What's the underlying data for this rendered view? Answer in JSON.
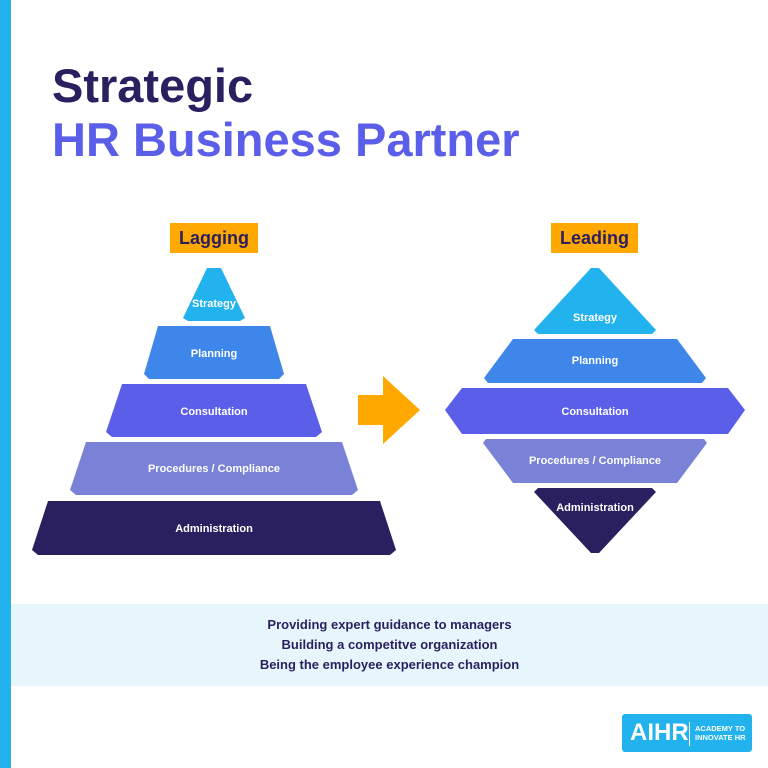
{
  "title": {
    "line1": "Strategic",
    "line2": "HR Business Partner"
  },
  "lagging": {
    "label": "Lagging",
    "levels": [
      "Strategy",
      "Planning",
      "Consultation",
      "Procedures / Compliance",
      "Administration"
    ]
  },
  "leading": {
    "label": "Leading",
    "levels": [
      "Strategy",
      "Planning",
      "Consultation",
      "Procedures / Compliance",
      "Administration"
    ]
  },
  "colors": {
    "strategy": "#22B2EE",
    "planning": "#3F86EA",
    "consultation": "#5B5EE8",
    "procedures": "#7982D6",
    "administration": "#2A1F5F",
    "accent": "#FFA800"
  },
  "footer": {
    "lines": [
      "Providing expert guidance to managers",
      "Building a competitve organization",
      "Being the employee experience champion"
    ]
  },
  "logo": {
    "brand": "AIHR",
    "subtitle_line1": "ACADEMY TO",
    "subtitle_line2": "INNOVATE HR"
  }
}
